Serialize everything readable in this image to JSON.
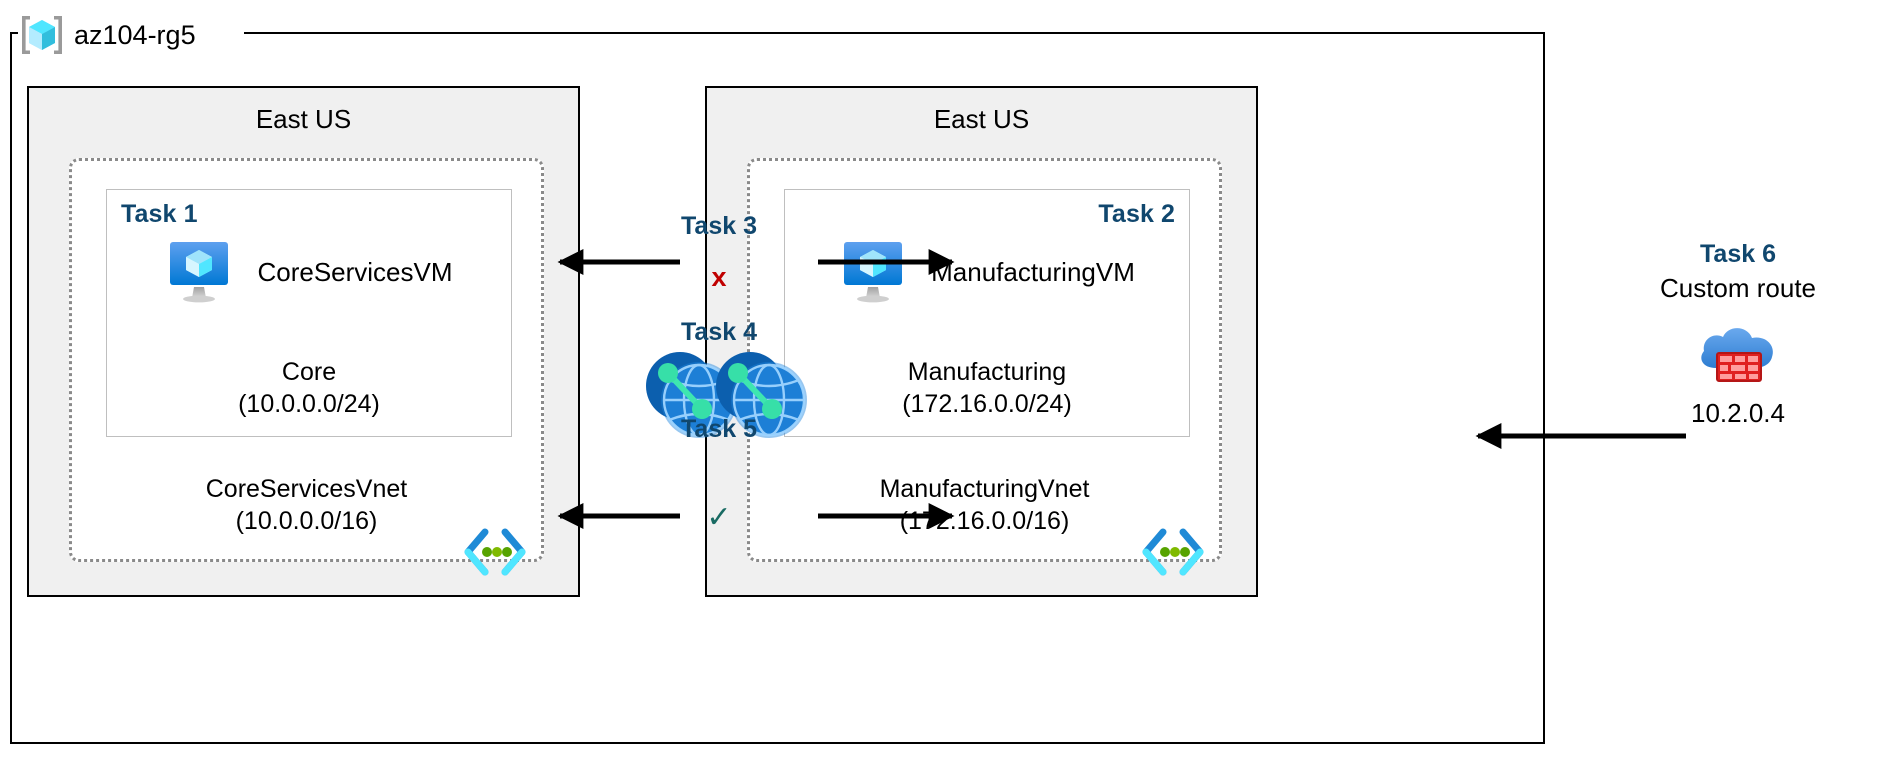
{
  "resource_group": {
    "name": "az104-rg5",
    "icon": "azure-resource-group-icon"
  },
  "regions": [
    {
      "id": "left",
      "label": "East US"
    },
    {
      "id": "right",
      "label": "East US"
    }
  ],
  "vnets": [
    {
      "id": "core",
      "name": "CoreServicesVnet",
      "cidr": "(10.0.0.0/16)",
      "glyph": "virtual-network-icon",
      "subnet": {
        "task_tag": "Task 1",
        "task_align": "left",
        "vm_name": "CoreServicesVM",
        "vm_icon": "virtual-machine-icon",
        "subnet_name": "Core",
        "subnet_cidr": "(10.0.0.0/24)"
      }
    },
    {
      "id": "manufacturing",
      "name": "ManufacturingVnet",
      "cidr": "(172.16.0.0/16)",
      "glyph": "virtual-network-icon",
      "subnet": {
        "task_tag": "Task 2",
        "task_align": "right",
        "vm_name": "ManufacturingVM",
        "vm_icon": "virtual-machine-icon",
        "subnet_name": "Manufacturing",
        "subnet_cidr": "(172.16.0.0/24)"
      }
    }
  ],
  "middle": {
    "task3": {
      "label": "Task 3",
      "mark": "x",
      "mark_kind": "cross"
    },
    "task4": {
      "label": "Task 4",
      "mark": "",
      "mark_kind": "none"
    },
    "task5": {
      "label": "Task 5",
      "mark": "✓",
      "mark_kind": "check"
    },
    "peering_icon_left": "vnet-peering-icon",
    "peering_icon_right": "vnet-peering-icon"
  },
  "task6": {
    "tag": "Task 6",
    "subtitle": "Custom route",
    "icon": "firewall-cloud-icon",
    "ip": "10.2.0.4"
  },
  "colors": {
    "task_blue": "#10476e",
    "cross_red": "#c00000",
    "check_green": "#196b63",
    "region_fill": "#f0f0f0",
    "vnet_dotted": "#8a8a8a",
    "subnet_border": "#bfbfbf",
    "azure_blue": "#0078d4",
    "cyan": "#50e6ff",
    "firewall_red": "#e02020"
  }
}
